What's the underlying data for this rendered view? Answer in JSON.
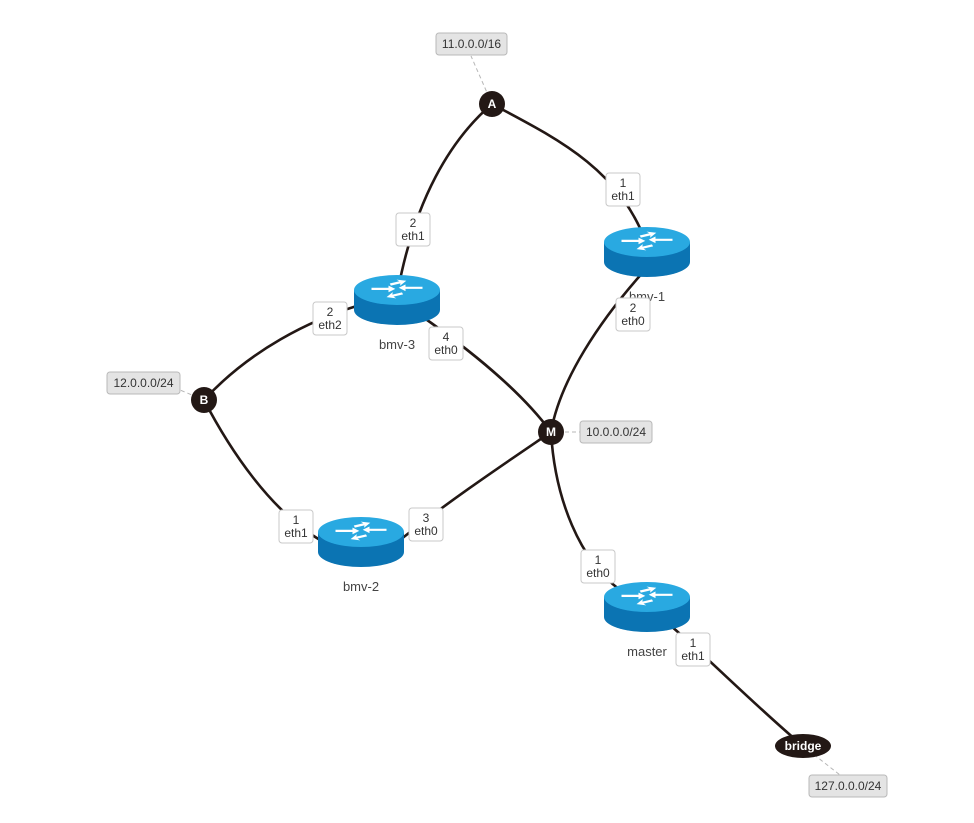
{
  "colors": {
    "link": "#231815",
    "router_top": "#29a9e1",
    "router_side": "#0b74b3",
    "label_bg": "#e4e4e4"
  },
  "networks": {
    "net_11": {
      "label": "11.0.0.0/16"
    },
    "net_12": {
      "label": "12.0.0.0/24"
    },
    "net_10": {
      "label": "10.0.0.0/24"
    },
    "net_127": {
      "label": "127.0.0.0/24"
    }
  },
  "hubs": {
    "A": {
      "label": "A"
    },
    "B": {
      "label": "B"
    },
    "M": {
      "label": "M"
    },
    "bridge": {
      "label": "bridge"
    }
  },
  "routers": {
    "bmv1": {
      "name": "bmv-1",
      "icon": "router-icon"
    },
    "bmv2": {
      "name": "bmv-2",
      "icon": "router-icon"
    },
    "bmv3": {
      "name": "bmv-3",
      "icon": "router-icon"
    },
    "master": {
      "name": "master",
      "icon": "router-icon"
    }
  },
  "ports": {
    "bmv1_a": {
      "num": "1",
      "iface": "eth1"
    },
    "bmv1_m": {
      "num": "2",
      "iface": "eth0"
    },
    "bmv3_a": {
      "num": "2",
      "iface": "eth1"
    },
    "bmv3_b": {
      "num": "2",
      "iface": "eth2"
    },
    "bmv3_m": {
      "num": "4",
      "iface": "eth0"
    },
    "bmv2_b": {
      "num": "1",
      "iface": "eth1"
    },
    "bmv2_m": {
      "num": "3",
      "iface": "eth0"
    },
    "master_m": {
      "num": "1",
      "iface": "eth0"
    },
    "master_br": {
      "num": "1",
      "iface": "eth1"
    }
  }
}
